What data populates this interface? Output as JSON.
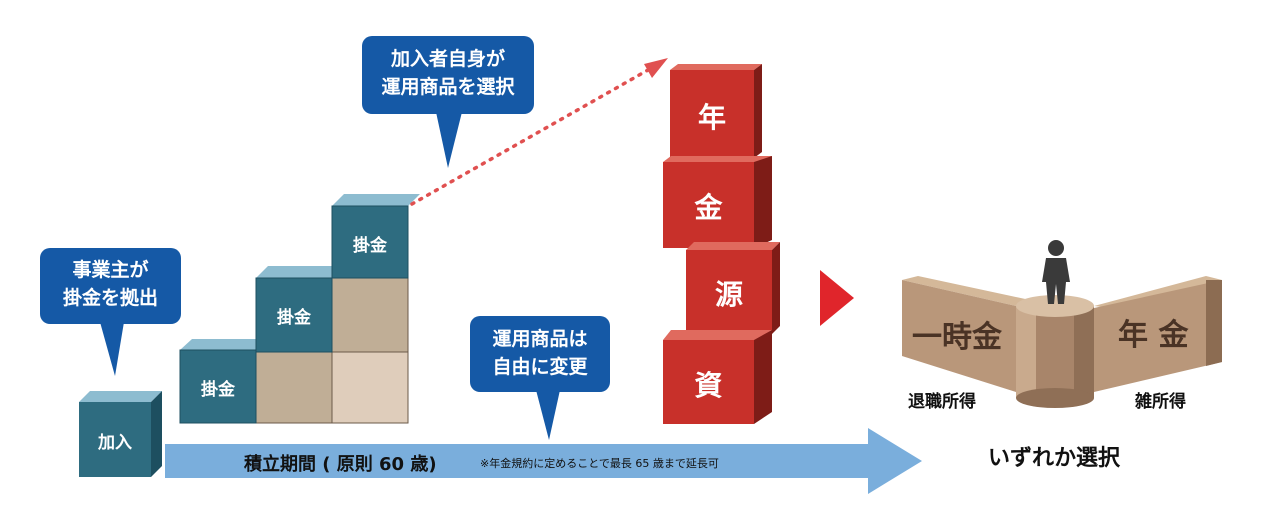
{
  "bubbles": {
    "employer": {
      "line1": "事業主が",
      "line2": "掛金を拠出"
    },
    "member": {
      "line1": "加入者自身が",
      "line2": "運用商品を選択"
    },
    "change": {
      "line1": "運用商品は",
      "line2": "自由に変更"
    }
  },
  "cubes": {
    "join": "加入",
    "contribution": "掛金"
  },
  "arrow": {
    "period_label": "積立期間 ( 原則 60 歳)",
    "period_note": "※年金規約に定めることで最長 65 歳まで延長可"
  },
  "pension_fund": [
    "年",
    "金",
    "源",
    "資"
  ],
  "choice": {
    "lump_sum": "一時金",
    "annuity": "年 金",
    "retirement_income": "退職所得",
    "misc_income": "雑所得",
    "caption": "いずれか選択"
  },
  "colors": {
    "bubble_blue": "#1559a6",
    "cube_teal": "#2e6c80",
    "cube_top": "#8dbcd0",
    "box_tan": "#c0ae96",
    "box_light": "#dfcdbb",
    "arrow_blue": "#7aaedc",
    "red_box": "#c8302a",
    "play_red": "#e0252b",
    "wall_tan": "#b9977a"
  }
}
